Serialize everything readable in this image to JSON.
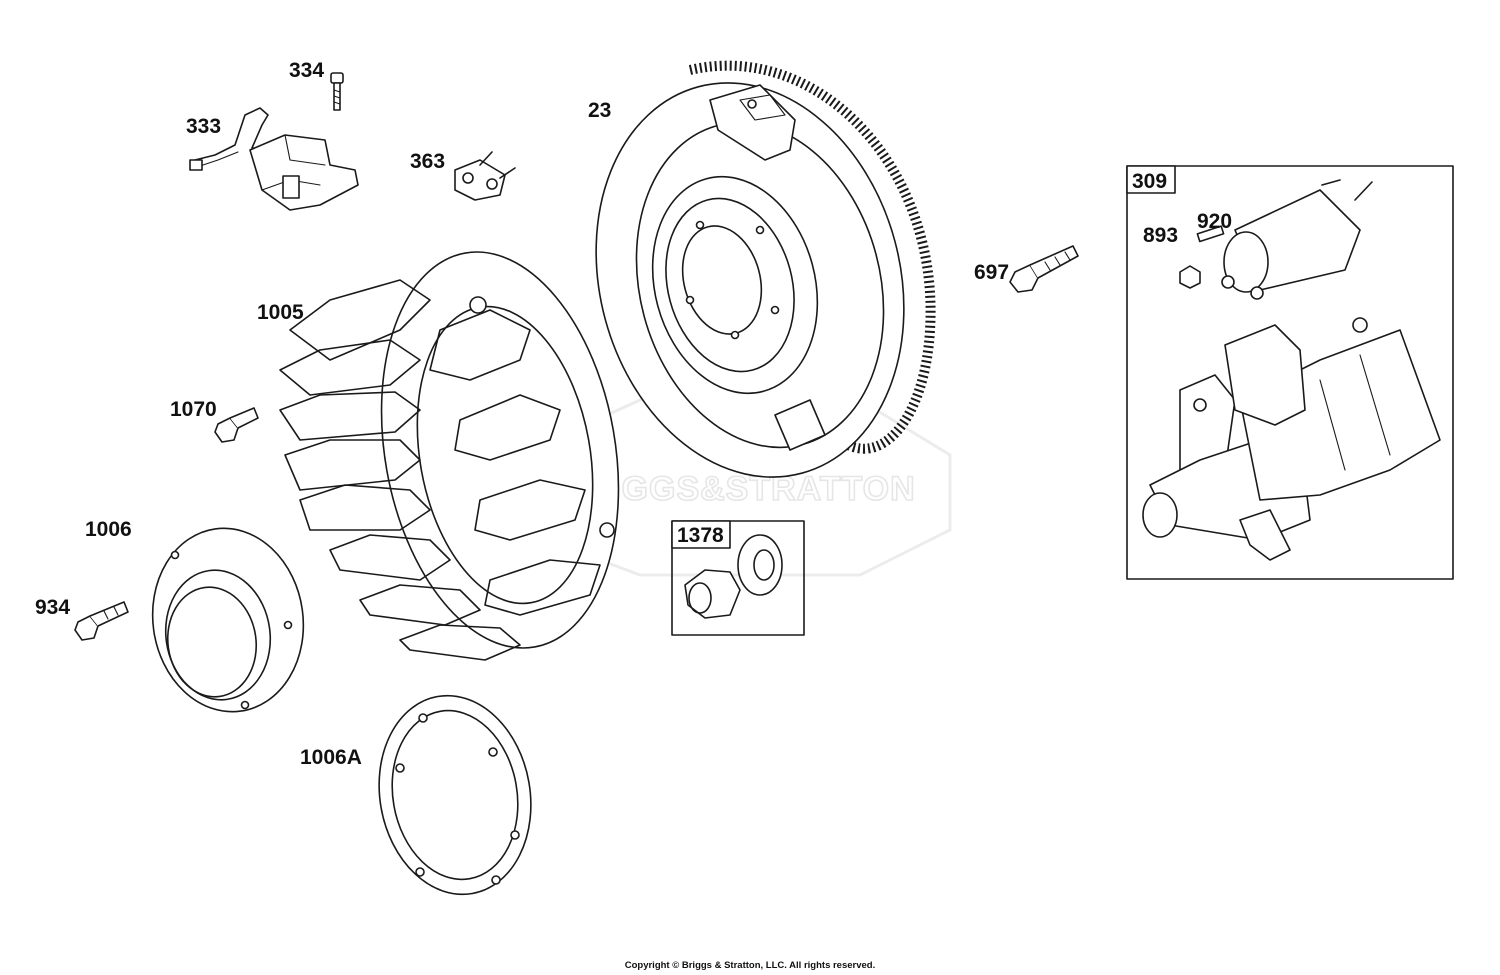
{
  "watermark": "BRIGGS&STRATTON",
  "labels": {
    "p23": "23",
    "p333": "333",
    "p334": "334",
    "p363": "363",
    "p697": "697",
    "p893": "893",
    "p920": "920",
    "p934": "934",
    "p1005": "1005",
    "p1006": "1006",
    "p1006a": "1006A",
    "p1070": "1070"
  },
  "boxes": {
    "starter": "309",
    "nut_kit": "1378"
  },
  "copyright": "Copyright © Briggs & Stratton, LLC. All rights reserved."
}
